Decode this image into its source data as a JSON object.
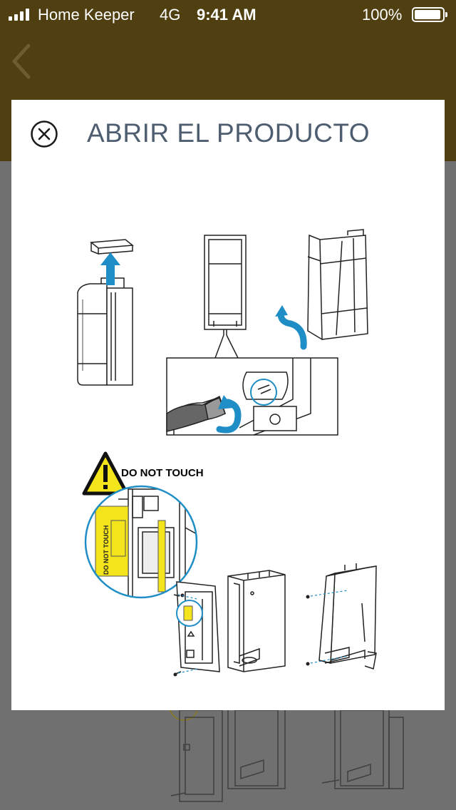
{
  "status_bar": {
    "carrier": "Home Keeper",
    "network": "4G",
    "time": "9:41 AM",
    "battery_percent": "100%"
  },
  "header": {
    "back_icon": "chevron-left-icon"
  },
  "modal": {
    "title": "ABRIR EL PRODUCTO",
    "close_icon": "close-circle-icon",
    "warning_label": "DO NOT TOUCH",
    "sticker_label": "DO NOT TOUCH"
  },
  "colors": {
    "header_bg": "#503f10",
    "title_text": "#4e5e70",
    "accent_blue": "#1f8ec6",
    "warning_yellow": "#f3e41b",
    "overlay": "#6e6e6e"
  }
}
